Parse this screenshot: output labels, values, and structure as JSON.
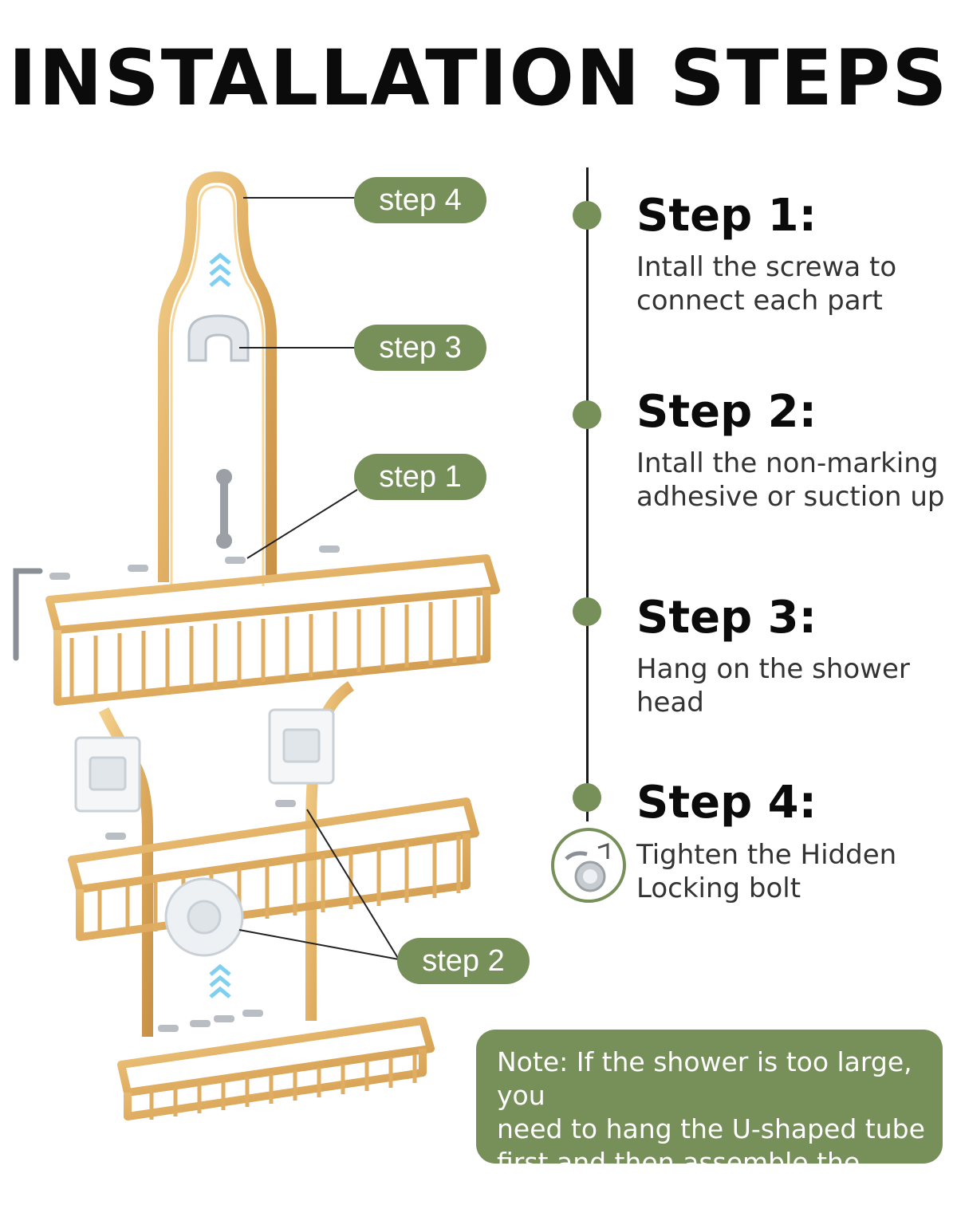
{
  "title": "INSTALLATION STEPS",
  "callouts": [
    {
      "label": "step 4"
    },
    {
      "label": "step 3"
    },
    {
      "label": "step 1"
    },
    {
      "label": "step 2"
    }
  ],
  "steps": [
    {
      "title": "Step 1:",
      "desc": "Intall the screwa to\nconnect each part"
    },
    {
      "title": "Step 2:",
      "desc": "Intall the non-marking\nadhesive or suction up"
    },
    {
      "title": "Step 3:",
      "desc": "Hang on the shower head"
    },
    {
      "title": "Step 4:",
      "desc": "Tighten the Hidden\nLocking bolt"
    }
  ],
  "note": "Note: If the shower is too large, you\nneed to hang the U-shaped tube\nfirst and then assemble the screws",
  "colors": {
    "accent": "#77905a",
    "gold": "#e2b164",
    "text": "#0b0b0b"
  },
  "icons": [
    "up-arrows-icon",
    "hook-icon",
    "wrench-icon",
    "screw-icon",
    "allen-key-icon",
    "adhesive-pad-icon",
    "suction-cup-icon",
    "shower-head-icon"
  ]
}
